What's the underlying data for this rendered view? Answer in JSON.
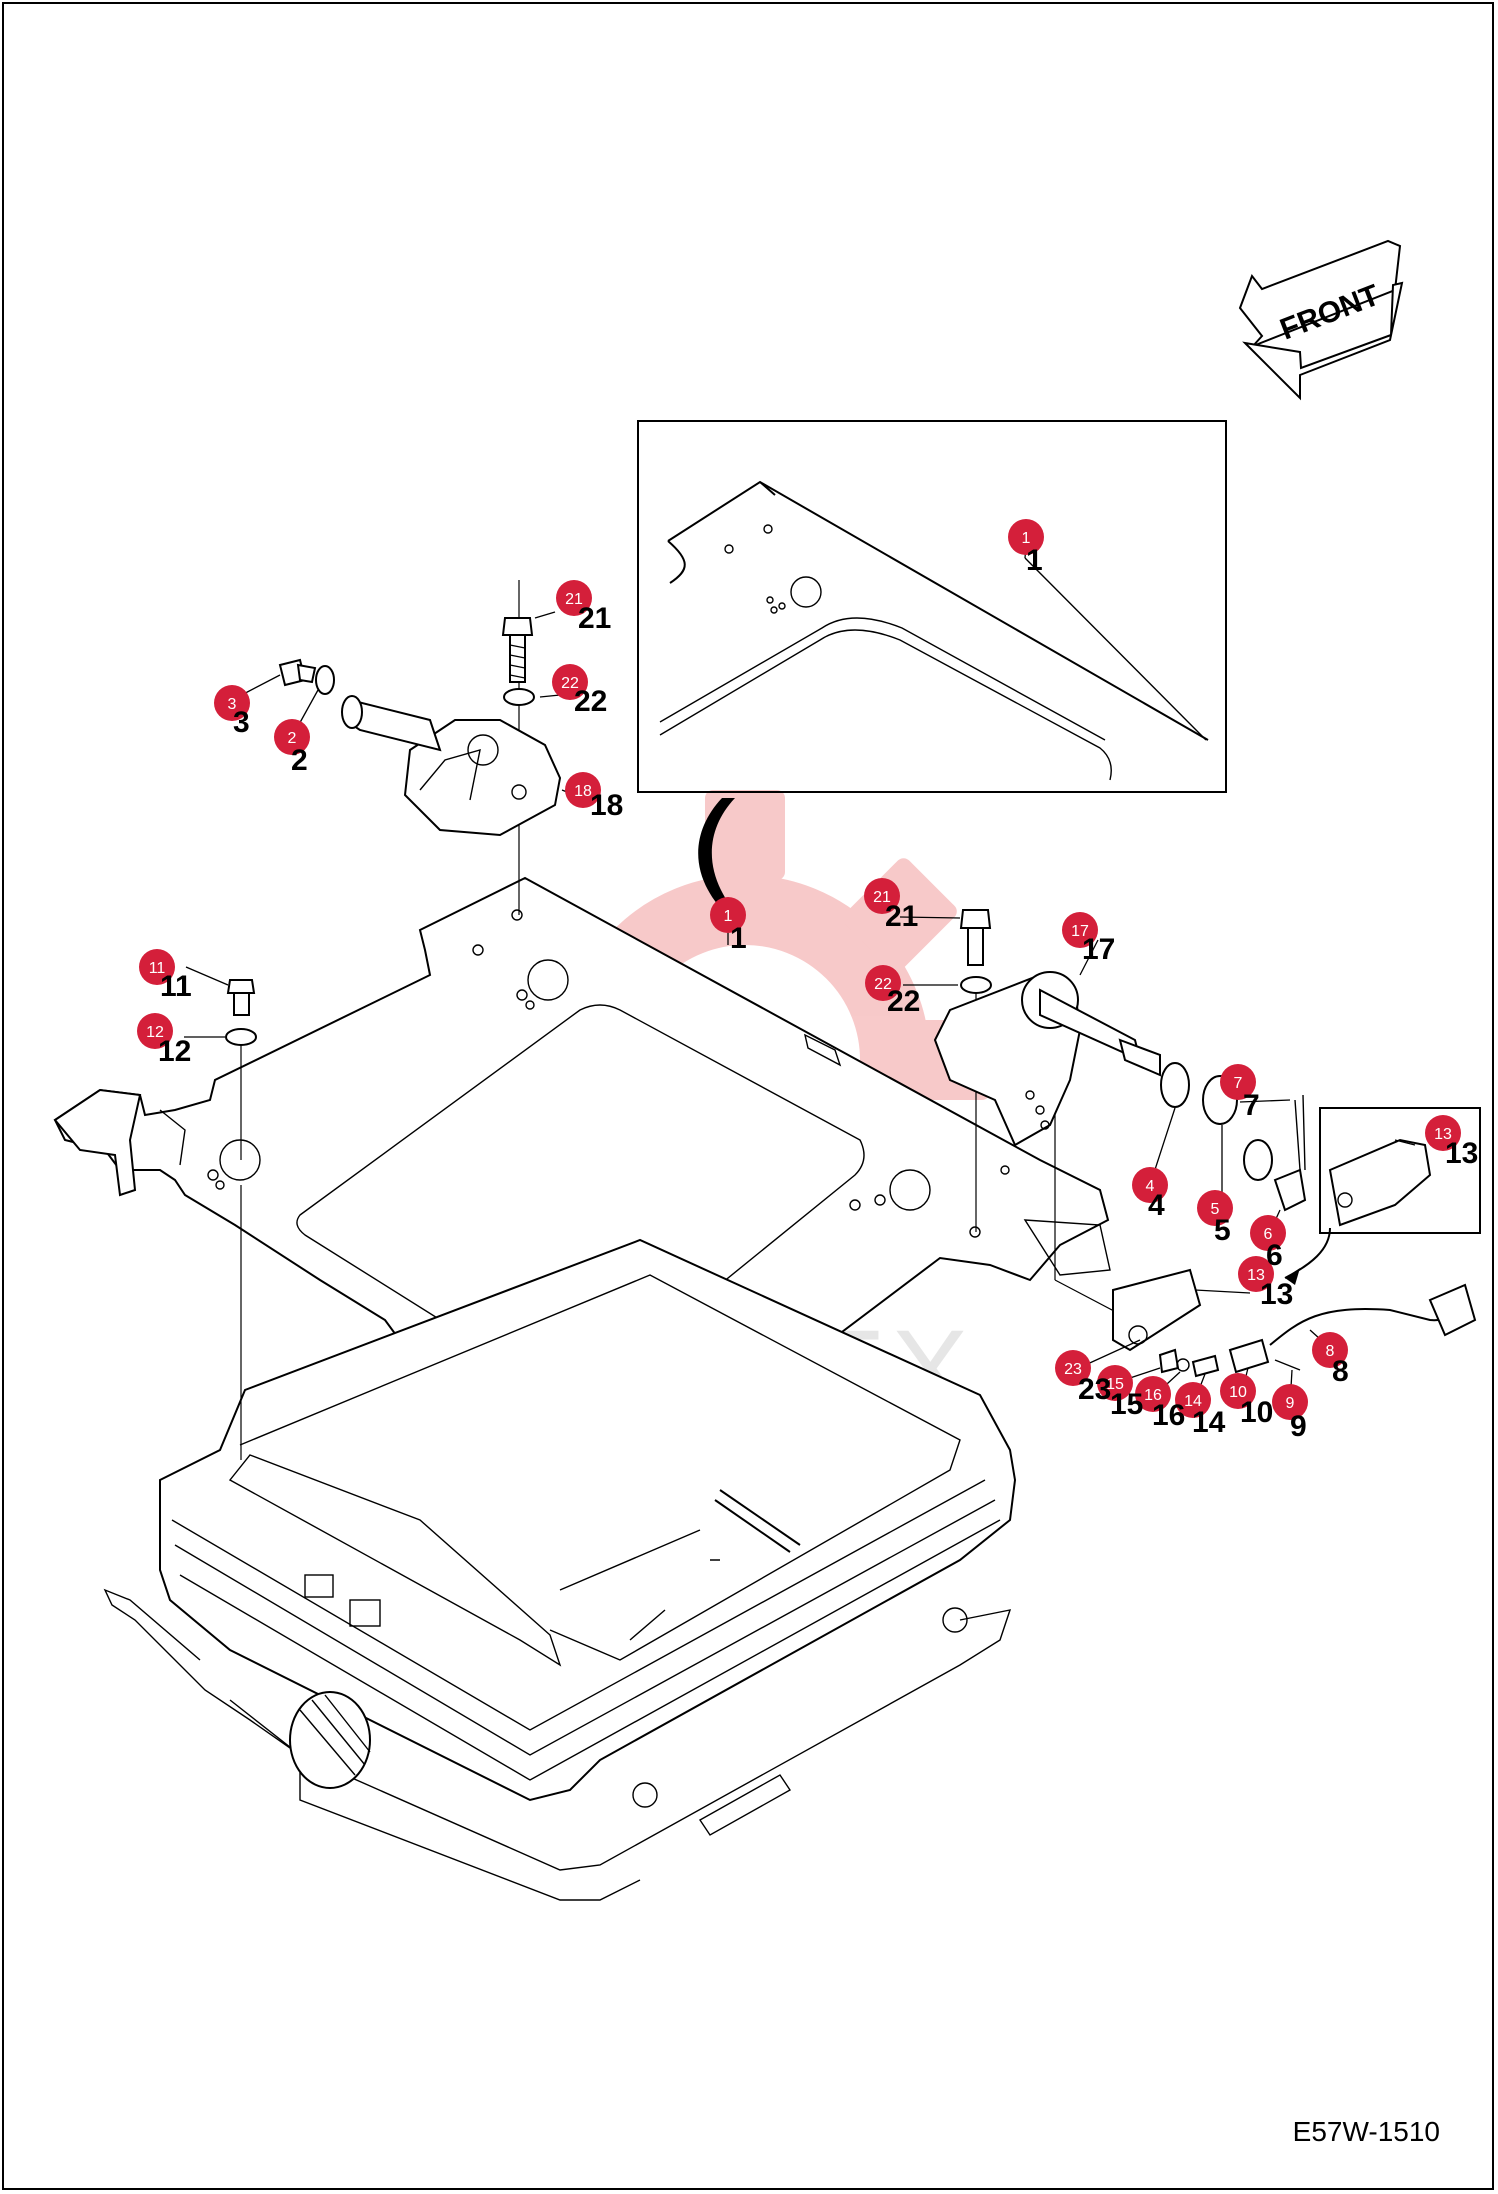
{
  "direction_label": "FRONT",
  "drawing_code": "E57W-1510",
  "watermark_text": "ИНТЕХ",
  "colors": {
    "badge": "#d41f3a",
    "watermark": "#f7c4c4",
    "line": "#000000"
  },
  "callouts": [
    {
      "id": "1",
      "label": "1"
    },
    {
      "id": "1",
      "label": "1"
    },
    {
      "id": "2",
      "label": "2"
    },
    {
      "id": "3",
      "label": "3"
    },
    {
      "id": "4",
      "label": "4"
    },
    {
      "id": "5",
      "label": "5"
    },
    {
      "id": "6",
      "label": "6"
    },
    {
      "id": "7",
      "label": "7"
    },
    {
      "id": "8",
      "label": "8"
    },
    {
      "id": "9",
      "label": "9"
    },
    {
      "id": "10",
      "label": "10"
    },
    {
      "id": "11",
      "label": "11"
    },
    {
      "id": "12",
      "label": "12"
    },
    {
      "id": "13",
      "label": "13"
    },
    {
      "id": "13",
      "label": "13"
    },
    {
      "id": "14",
      "label": "14"
    },
    {
      "id": "15",
      "label": "15"
    },
    {
      "id": "16",
      "label": "16"
    },
    {
      "id": "17",
      "label": "17"
    },
    {
      "id": "18",
      "label": "18"
    },
    {
      "id": "21",
      "label": "21"
    },
    {
      "id": "21",
      "label": "21"
    },
    {
      "id": "22",
      "label": "22"
    },
    {
      "id": "22",
      "label": "22"
    },
    {
      "id": "23",
      "label": "23"
    }
  ]
}
